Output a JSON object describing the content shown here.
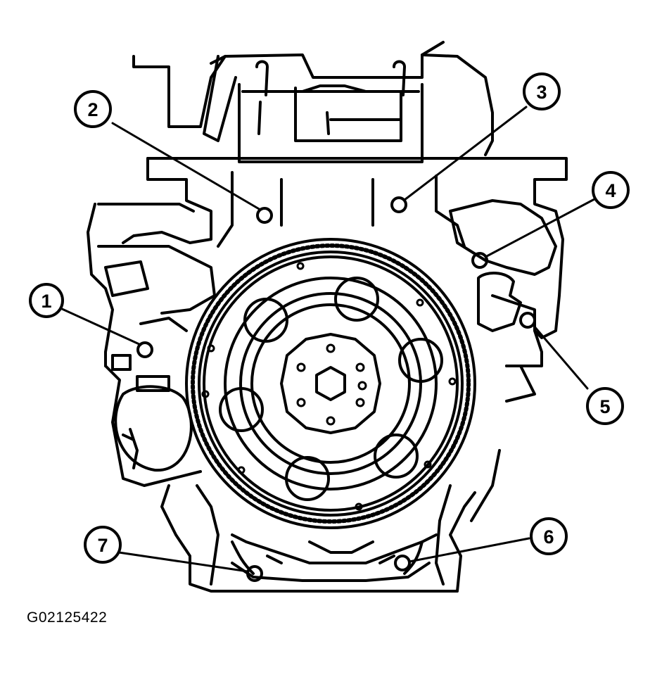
{
  "figure_id": "G02125422",
  "callouts": [
    {
      "number": "1"
    },
    {
      "number": "2"
    },
    {
      "number": "3"
    },
    {
      "number": "4"
    },
    {
      "number": "5"
    },
    {
      "number": "6"
    },
    {
      "number": "7"
    }
  ],
  "colors": {
    "line": "#000000",
    "background": "#ffffff"
  }
}
